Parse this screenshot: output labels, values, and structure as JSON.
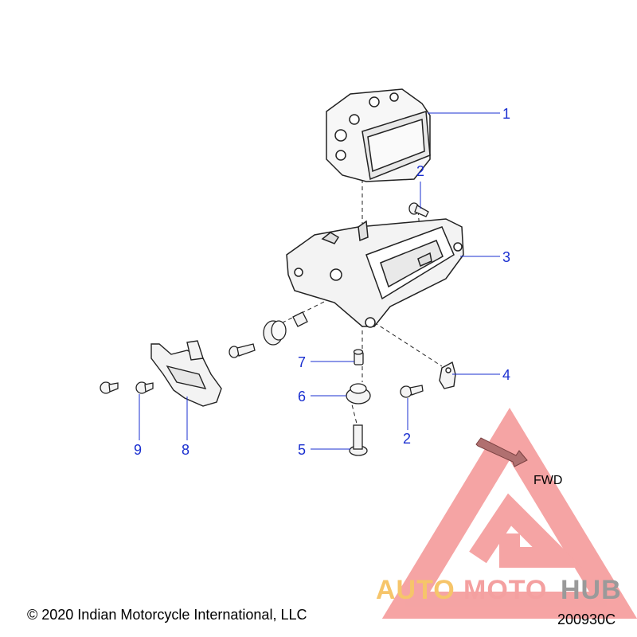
{
  "diagram": {
    "callouts": [
      {
        "id": "c1",
        "label": "1"
      },
      {
        "id": "c2a",
        "label": "2"
      },
      {
        "id": "c3",
        "label": "3"
      },
      {
        "id": "c4",
        "label": "4"
      },
      {
        "id": "c2b",
        "label": "2"
      },
      {
        "id": "c5",
        "label": "5"
      },
      {
        "id": "c6",
        "label": "6"
      },
      {
        "id": "c7",
        "label": "7"
      },
      {
        "id": "c8",
        "label": "8"
      },
      {
        "id": "c9",
        "label": "9"
      }
    ],
    "direction_label": "FWD",
    "callout_color": "#1a2fd0"
  },
  "footer": {
    "copyright": "© 2020 Indian Motorcycle International, LLC",
    "doc_number": "200930C"
  },
  "watermark": {
    "text_auto": "AUTO",
    "text_moto": "MOTO",
    "text_hub": "HUB",
    "colors": {
      "auto": "#f6c56a",
      "moto": "#f4a0a0",
      "hub": "#9a9a9a",
      "triangle": "#ee6a6a"
    }
  }
}
